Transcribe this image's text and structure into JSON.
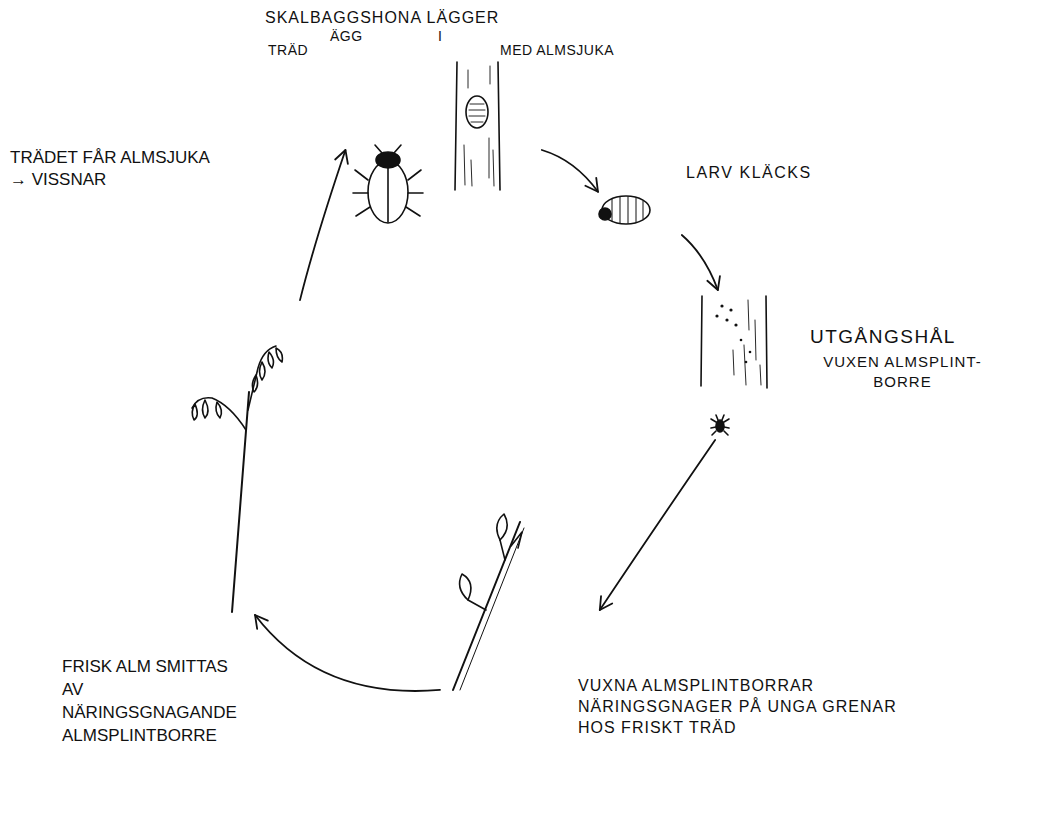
{
  "diagram": {
    "nodes": [
      {
        "text": [
          "SKALBAGGSHONA LÄGGER",
          "ÄGG",
          "I",
          "TRÄD",
          "MED ALMSJUKA"
        ]
      },
      {
        "text": [
          "LARV KLÄCKS"
        ]
      },
      {
        "text": [
          "UTGÅNGSHÅL",
          "VUXEN ALMSPLINT- BORRE"
        ]
      },
      {
        "text": [
          "VUXNA ALMSPLINTBORRAR NÄRINGSGNAGER PÅ UNGA GRENAR HOS FRISKT TRÄD"
        ]
      },
      {
        "text": [
          "TRÄDET FÅR ALMSJUKA → VISSNAR"
        ]
      }
    ],
    "edges": [
      {
        "from": 0,
        "to": 1,
        "arrow": "to"
      },
      {
        "from": 1,
        "to": 2,
        "arrow": "to"
      },
      {
        "from": 2,
        "to": 3,
        "arrow": "to"
      },
      {
        "from": 3,
        "to": 4,
        "label": "FRISK ALM SMITTAS AV NÄRINGSGNAGANDE ALMSPLINTBORRE",
        "arrow": "to"
      },
      {
        "from": 4,
        "to": 0,
        "arrow": "to"
      }
    ]
  }
}
